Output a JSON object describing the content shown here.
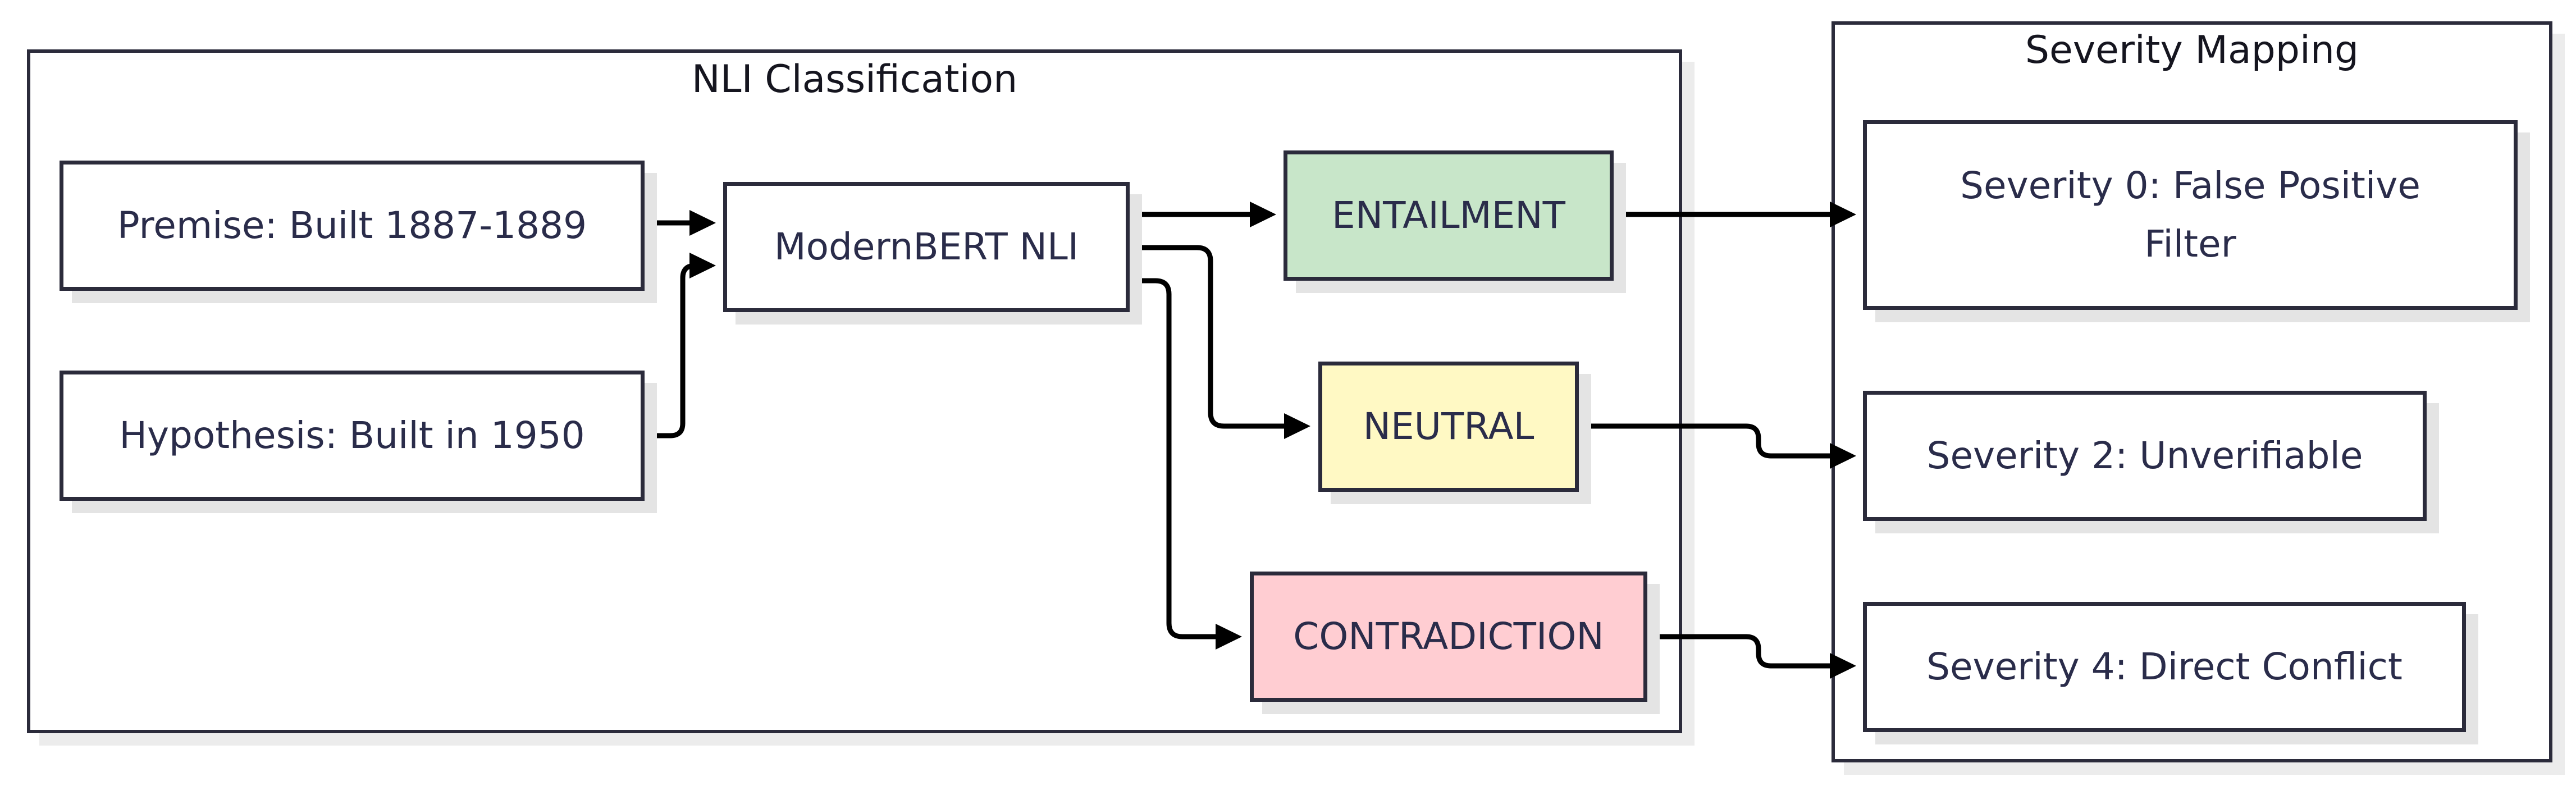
{
  "groups": {
    "nli": {
      "title": "NLI Classification"
    },
    "severity": {
      "title": "Severity Mapping"
    }
  },
  "nodes": {
    "premise": "Premise: Built 1887-1889",
    "hypothesis": "Hypothesis: Built in 1950",
    "model": "ModernBERT NLI",
    "entailment": "ENTAILMENT",
    "neutral": "NEUTRAL",
    "contradiction": "CONTRADICTION",
    "sev0": "Severity 0: False Positive Filter",
    "sev2": "Severity 2: Unverifiable",
    "sev4": "Severity 4: Direct Conflict"
  },
  "colors": {
    "entailment": "#c8e6c9",
    "neutral": "#fff9c4",
    "contradiction": "#ffcdd2",
    "border": "#2b2b3b",
    "edge": "#000000"
  },
  "edges": [
    {
      "from": "premise",
      "to": "model"
    },
    {
      "from": "hypothesis",
      "to": "model"
    },
    {
      "from": "model",
      "to": "entailment"
    },
    {
      "from": "model",
      "to": "neutral"
    },
    {
      "from": "model",
      "to": "contradiction"
    },
    {
      "from": "entailment",
      "to": "sev0"
    },
    {
      "from": "neutral",
      "to": "sev2"
    },
    {
      "from": "contradiction",
      "to": "sev4"
    }
  ]
}
